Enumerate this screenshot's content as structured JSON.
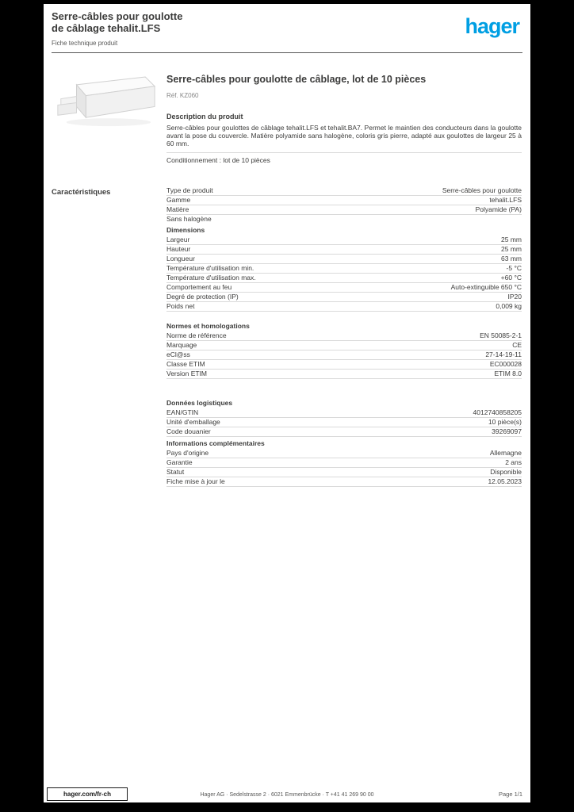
{
  "brand": {
    "logo": "hager",
    "color": "#009fe3"
  },
  "header": {
    "title_line1": "Serre-câbles pour goulotte",
    "title_line2": "de câblage tehalit.LFS",
    "subtitle": "Fiche technique produit"
  },
  "product": {
    "title": "Serre-câbles pour goulotte de câblage, lot de 10 pièces",
    "reference": "Réf. KZ060",
    "description_title": "Description du produit",
    "description": "Serre-câbles pour goulottes de câblage tehalit.LFS et tehalit.BA7. Permet le maintien des conducteurs dans la goulotte avant la pose du couvercle. Matière polyamide sans halogène, coloris gris pierre, adapté aux goulottes de largeur 25 à 60 mm.",
    "note": "Conditionnement : lot de 10 pièces"
  },
  "sidebar": {
    "label": "Caractéristiques"
  },
  "specs": {
    "general": {
      "rows": [
        {
          "label": "Type de produit",
          "value": "Serre-câbles pour goulotte"
        },
        {
          "label": "Gamme",
          "value": "tehalit.LFS"
        },
        {
          "label": "Matière",
          "value": "Polyamide (PA)"
        }
      ],
      "note": "Sans halogène",
      "sub_title": "Dimensions",
      "rows2": [
        {
          "label": "Largeur",
          "value": "25 mm"
        },
        {
          "label": "Hauteur",
          "value": "25 mm"
        },
        {
          "label": "Longueur",
          "value": "63 mm"
        },
        {
          "label": "Température d'utilisation min.",
          "value": "-5 °C"
        },
        {
          "label": "Température d'utilisation max.",
          "value": "+60 °C"
        },
        {
          "label": "Comportement au feu",
          "value": "Auto-extinguible 650 °C"
        },
        {
          "label": "Degré de protection (IP)",
          "value": "IP20"
        },
        {
          "label": "Poids net",
          "value": "0,009 kg"
        }
      ]
    },
    "standards": {
      "title": "Normes et homologations",
      "rows": [
        {
          "label": "Norme de référence",
          "value": "EN 50085-2-1"
        },
        {
          "label": "Marquage",
          "value": "CE"
        },
        {
          "label": "eCl@ss",
          "value": "27-14-19-11"
        },
        {
          "label": "Classe ETIM",
          "value": "EC000028"
        },
        {
          "label": "Version ETIM",
          "value": "ETIM 8.0"
        }
      ]
    },
    "logistics": {
      "title": "Données logistiques",
      "rows": [
        {
          "label": "EAN/GTIN",
          "value": "4012740858205"
        },
        {
          "label": "Unité d'emballage",
          "value": "10 pièce(s)"
        },
        {
          "label": "Code douanier",
          "value": "39269097"
        }
      ]
    },
    "additional": {
      "title": "Informations complémentaires",
      "rows": [
        {
          "label": "Pays d'origine",
          "value": "Allemagne"
        },
        {
          "label": "Garantie",
          "value": "2 ans"
        },
        {
          "label": "Statut",
          "value": "Disponible"
        },
        {
          "label": "Fiche mise à jour le",
          "value": "12.05.2023"
        }
      ]
    }
  },
  "footer": {
    "site": "hager.com/fr-ch",
    "company": "Hager AG · Sedelstrasse 2 · 6021 Emmenbrücke · T +41 41 269 90 00",
    "page": "Page 1/1"
  }
}
